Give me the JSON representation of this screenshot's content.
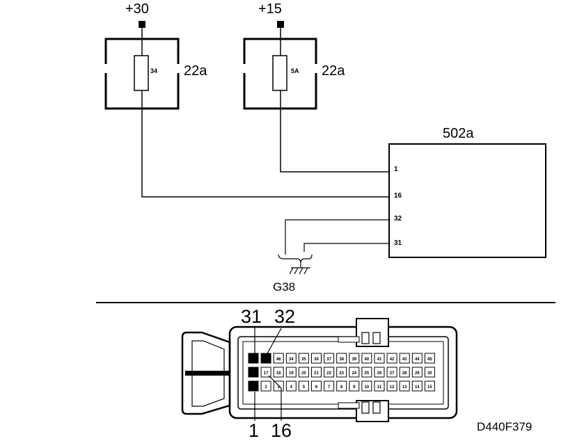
{
  "diagram": {
    "supplies": [
      {
        "id": "plus30",
        "label": "+30",
        "fuse_rating": "34",
        "fuse_box": "22a"
      },
      {
        "id": "plus15",
        "label": "+15",
        "fuse_rating": "5A",
        "fuse_box": "22a"
      }
    ],
    "control_unit": {
      "label": "502a",
      "pins": [
        "1",
        "16",
        "32",
        "31"
      ]
    },
    "ground": {
      "label": "G38"
    },
    "connector": {
      "callouts_top": [
        "31",
        "32"
      ],
      "callouts_bottom": [
        "1",
        "16"
      ],
      "rows": [
        [
          "",
          "",
          "46",
          "34",
          "35",
          "36",
          "37",
          "38",
          "39",
          "40",
          "41",
          "42",
          "43",
          "44",
          "45"
        ],
        [
          "",
          "17",
          "18",
          "19",
          "20",
          "21",
          "22",
          "23",
          "24",
          "25",
          "26",
          "27",
          "28",
          "29",
          "30"
        ],
        [
          "",
          "2",
          "3",
          "4",
          "5",
          "6",
          "7",
          "8",
          "9",
          "10",
          "11",
          "12",
          "13",
          "14",
          "15"
        ]
      ]
    },
    "figure_id": "D440F379"
  }
}
